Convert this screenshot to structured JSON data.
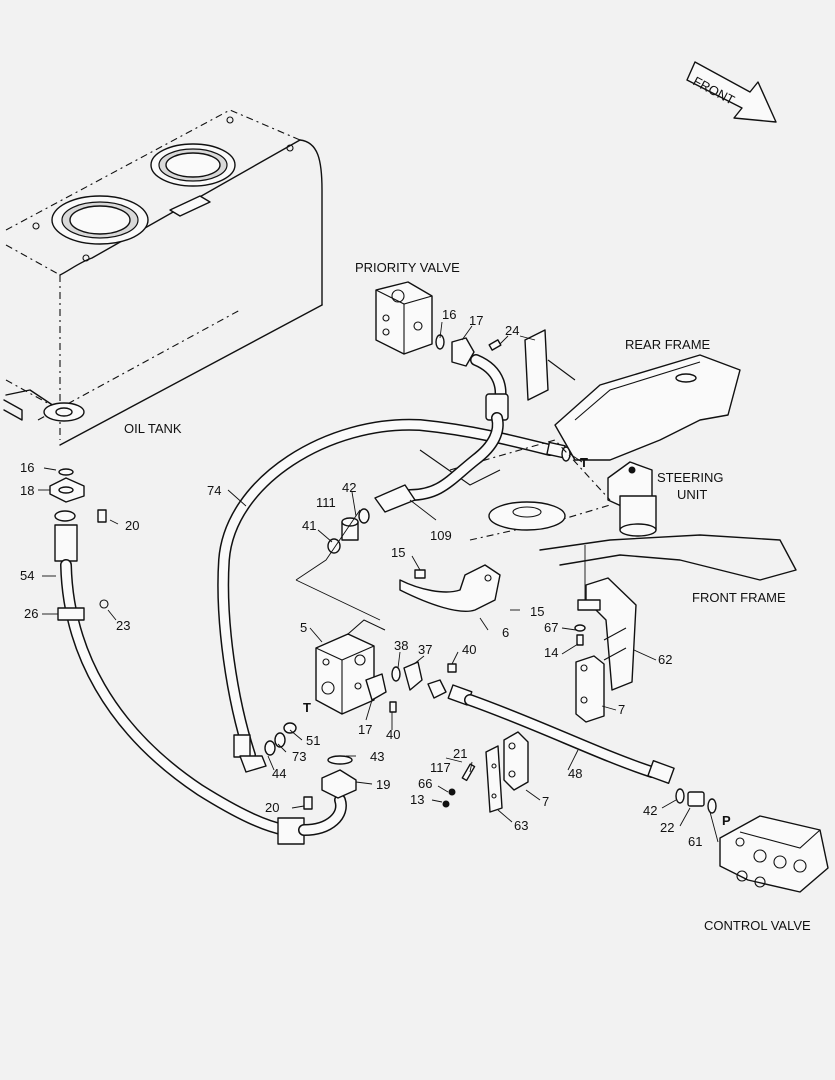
{
  "labels": {
    "front": "FRONT",
    "priority_valve": "PRIORITY VALVE",
    "rear_frame": "REAR FRAME",
    "oil_tank": "OIL TANK",
    "steering_unit_line1": "STEERING",
    "steering_unit_line2": "UNIT",
    "front_frame": "FRONT FRAME",
    "control_valve": "CONTROL VALVE"
  },
  "ports": {
    "t_upper": "T",
    "t_lower": "T",
    "p": "P"
  },
  "callouts": {
    "c16a": "16",
    "c17a": "17",
    "c24": "24",
    "c16b": "16",
    "c18": "18",
    "c20a": "20",
    "c54": "54",
    "c26": "26",
    "c23": "23",
    "c74": "74",
    "c42a": "42",
    "c111": "111",
    "c41": "41",
    "c109": "109",
    "c15a": "15",
    "c15b": "15",
    "c6": "6",
    "c5": "5",
    "c38": "38",
    "c37": "37",
    "c40a": "40",
    "c17b": "17",
    "c40b": "40",
    "c51": "51",
    "c73": "73",
    "c44": "44",
    "c43": "43",
    "c19": "19",
    "c20b": "20",
    "c67": "67",
    "c14": "14",
    "c62": "62",
    "c7a": "7",
    "c21": "21",
    "c117": "117",
    "c66": "66",
    "c13": "13",
    "c7b": "7",
    "c63": "63",
    "c48": "48",
    "c42b": "42",
    "c22": "22",
    "c61": "61"
  }
}
